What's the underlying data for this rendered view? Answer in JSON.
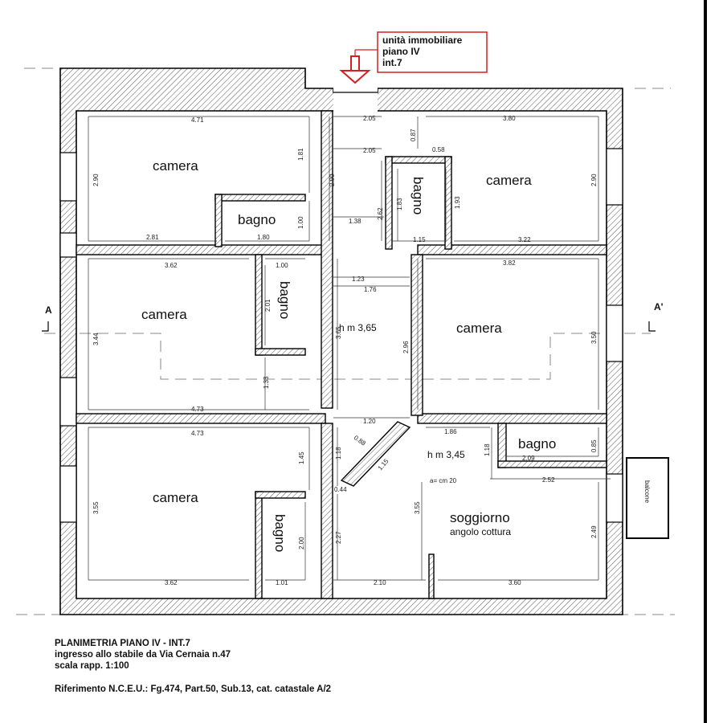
{
  "unit_label": [
    "unità immobiliare",
    "piano IV",
    "int.7"
  ],
  "section_left": "A",
  "section_right": "A'",
  "rooms": {
    "camera_tl": "camera",
    "camera_tr": "camera",
    "camera_ml": "camera",
    "camera_mr": "camera",
    "camera_bl": "camera",
    "bagno_top": "bagno",
    "bagno_tc": "bagno",
    "bagno_ml": "bagno",
    "bagno_br": "bagno",
    "bagno_bl": "bagno",
    "soggiorno": "soggiorno",
    "angolo_cottura": "angolo cottura",
    "balcone": "balcone"
  },
  "heights": {
    "corridor": "h m 3,65",
    "living": "h m 3,45",
    "sill": "a= cm 20"
  },
  "dimensions": {
    "d1": "4.71",
    "d2": "2.90",
    "d3": "1.81",
    "d4": "2.81",
    "d5": "1.80",
    "d6": "1.00",
    "d7": "2.05",
    "d8": "2.05",
    "d9": "0.87",
    "d10": "0.58",
    "d11": "2.90",
    "d12": "1.38",
    "d13": "2.62",
    "d14": "1.83",
    "d15": "1.93",
    "d16": "1.15",
    "d17": "3.80",
    "d18": "2.90",
    "d19": "3.22",
    "d20": "3.62",
    "d21": "1.00",
    "d22": "2.01",
    "d23": "1.23",
    "d24": "1.76",
    "d25": "3.82",
    "d26": "3.44",
    "d27": "3.65",
    "d28": "2.96",
    "d29": "3.50",
    "d30": "1.33",
    "d31": "4.73",
    "d32": "1.20",
    "d33": "4.73",
    "d34": "1.45",
    "d35": "0.88",
    "d36": "1.18",
    "d37": "1.15",
    "d38": "1.86",
    "d39": "1.18",
    "d40": "0.85",
    "d41": "2.09",
    "d42": "2.52",
    "d43": "0.44",
    "d44": "3.55",
    "d45": "2.00",
    "d46": "2.27",
    "d47": "3.55",
    "d48": "2.49",
    "d49": "3.62",
    "d50": "1.01",
    "d51": "2.10",
    "d52": "3.60"
  },
  "caption": {
    "line1": "PLANIMETRIA PIANO IV - INT.7",
    "line2": "ingresso allo stabile da Via Cernaia n.47",
    "line3": "scala rapp. 1:100",
    "line4": "Riferimento N.C.E.U.: Fg.474, Part.50, Sub.13, cat. catastale A/2"
  },
  "colors": {
    "label_red": "#d42020",
    "wall": "#000000"
  }
}
